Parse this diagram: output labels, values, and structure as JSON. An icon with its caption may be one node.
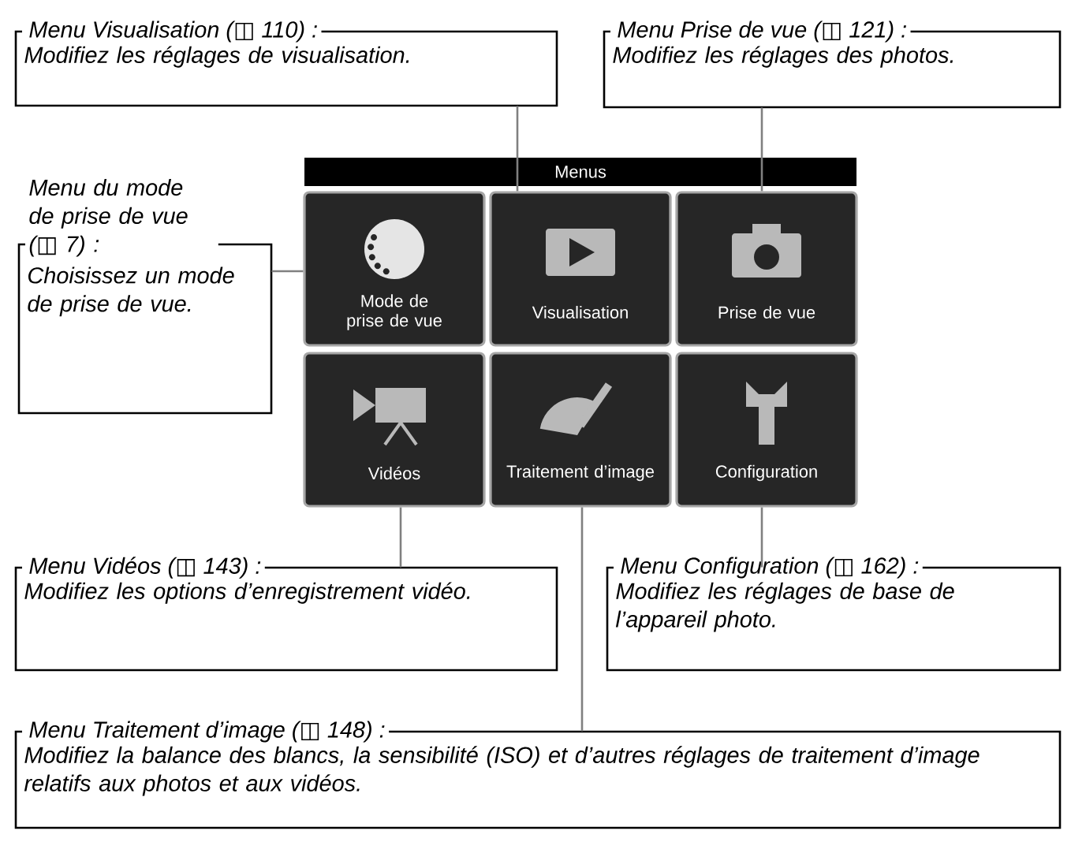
{
  "diagram": {
    "nodes": [
      {
        "text": [
          "Menu Visualisation (◫ 110) :",
          "Modifiez les réglages de visualisation."
        ]
      },
      {
        "text": [
          "Menu Prise de vue (◫ 121) :",
          "Modifiez les réglages des photos."
        ]
      },
      {
        "text": [
          "Menu du mode de prise de vue (◫ 7) :",
          "Choisissez un mode de prise de vue."
        ]
      },
      {
        "text": [
          "Mode de prise de vue"
        ]
      },
      {
        "text": [
          "Visualisation"
        ]
      },
      {
        "text": [
          "Prise de vue"
        ]
      },
      {
        "text": [
          "Vidéos"
        ]
      },
      {
        "text": [
          "Traitement d’image"
        ]
      },
      {
        "text": [
          "Configuration"
        ]
      },
      {
        "text": [
          "Menu Vidéos (◫ 143) :",
          "Modifiez les options d’enregistrement vidéo."
        ]
      },
      {
        "text": [
          "Menu Configuration (◫ 162) :",
          "Modifiez les réglages de base de l’appareil photo."
        ]
      },
      {
        "text": [
          "Menu Traitement d’image (◫ 148) :",
          "Modifiez la balance des blancs, la sensibilité (ISO) et d’autres réglages de traitement d’image relatifs aux photos et aux vidéos."
        ]
      }
    ],
    "edges": [
      {
        "from": 0,
        "to": 4,
        "arrow": "none"
      },
      {
        "from": 1,
        "to": 5,
        "arrow": "none"
      },
      {
        "from": 2,
        "to": 3,
        "arrow": "none"
      },
      {
        "from": 9,
        "to": 6,
        "arrow": "none"
      },
      {
        "from": 10,
        "to": 8,
        "arrow": "none"
      },
      {
        "from": 11,
        "to": 7,
        "arrow": "none"
      }
    ],
    "labels": [
      "Menus"
    ]
  }
}
